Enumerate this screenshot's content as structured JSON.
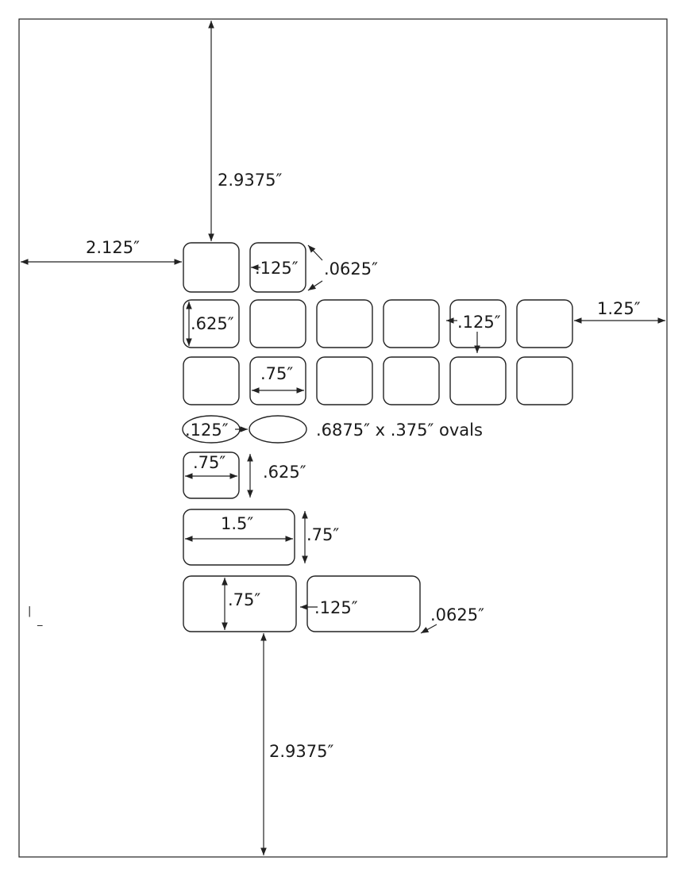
{
  "colors": {
    "ink": "#222222",
    "paper": "#ffffff"
  },
  "dims": {
    "top_margin": "2.9375″",
    "left_margin": "2.125″",
    "h_gap": ".125″",
    "corner_radius": ".0625″",
    "label_height": ".625″",
    "right_margin": "1.25″",
    "v_gap": ".125″",
    "label_width": ".75″",
    "oval_gap": ".125″",
    "oval_caption": ".6875″ x .375″ ovals",
    "small_width": ".75″",
    "small_height": ".625″",
    "wide_width": "1.5″",
    "wide_height": ".75″",
    "tall_height": ".75″",
    "big_gap": ".125″",
    "big_corner": ".0625″",
    "bottom_margin": "2.9375″"
  },
  "corner_marks": {
    "tick": "|",
    "underscore": "_"
  }
}
